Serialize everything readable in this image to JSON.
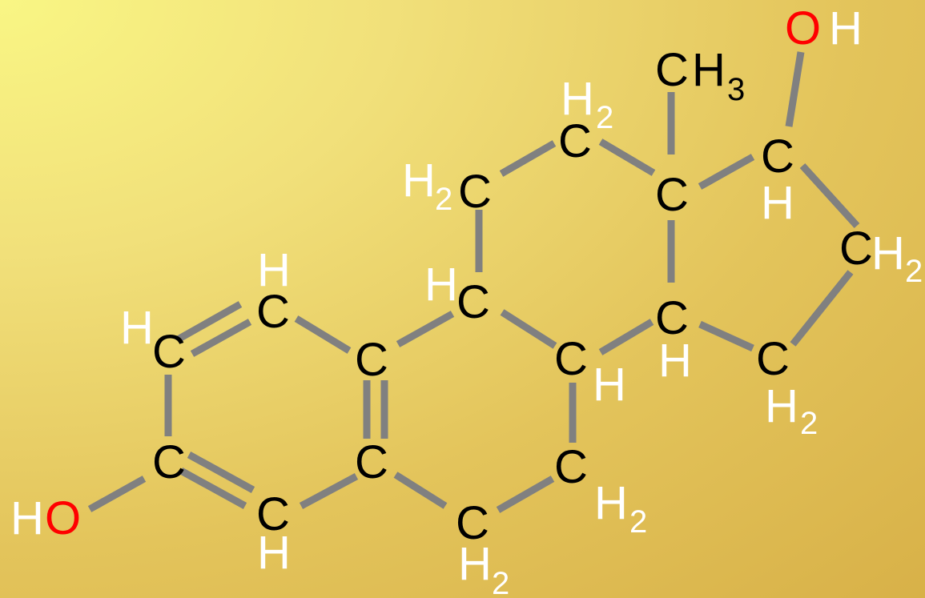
{
  "colors": {
    "background_light": "#f9f684",
    "background_dark": "#d8b148",
    "bond": "#808080",
    "carbon": "#000000",
    "hydrogen": "#ffffff",
    "oxygen": "#ff0000"
  },
  "atoms": {
    "carbon": "C",
    "hydrogen": "H",
    "oxygen": "O",
    "methyl_h3": "H",
    "methyl_sub": "3",
    "sub_2": "2"
  }
}
